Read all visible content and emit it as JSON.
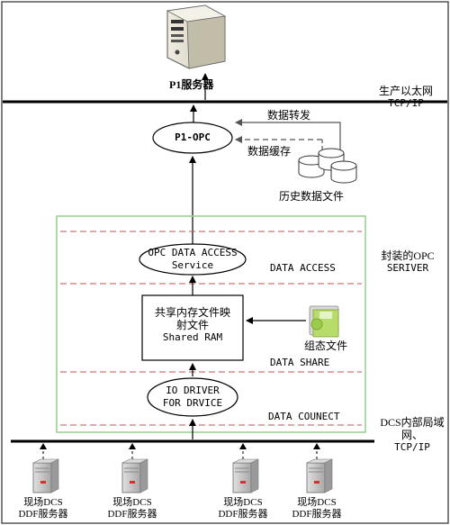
{
  "top_server": {
    "label": "P1服务器"
  },
  "production_network": {
    "line1": "生产以太网",
    "line2": "TCP/IP"
  },
  "p1_opc": {
    "label": "P1-OPC"
  },
  "forwarding": {
    "label": "数据转发"
  },
  "caching": {
    "label": "数据缓存"
  },
  "history": {
    "label": "历史数据文件"
  },
  "encapsulated": {
    "line1": "封装的OPC",
    "line2": "SERIVER"
  },
  "opc_access": {
    "line1": "OPC DATA ACCESS",
    "line2": "Service"
  },
  "layer_access": {
    "label": "DATA ACCESS"
  },
  "shared_ram": {
    "line1": "共享内存文件映",
    "line2": "射文件",
    "line3": "Shared RAM"
  },
  "config_file": {
    "label": "组态文件"
  },
  "layer_share": {
    "label": "DATA SHARE"
  },
  "io_driver": {
    "line1": "IO DRIVER",
    "line2": "FOR DRVICE"
  },
  "layer_connect": {
    "label": "DATA COUNECT"
  },
  "dcs_network": {
    "line1": "DCS内部局域",
    "line2": "网、",
    "line3": "TCP/IP"
  },
  "field_servers": [
    {
      "line1": "现场DCS",
      "line2": "DDF服务器"
    },
    {
      "line1": "现场DCS",
      "line2": "DDF服务器"
    },
    {
      "line1": "现场DCS",
      "line2": "DDF服务器"
    },
    {
      "line1": "现场DCS",
      "line2": "DDF服务器"
    }
  ],
  "colors": {
    "frame": "#555555",
    "green_box": "#8fd28f",
    "dashed_red": "#c05050",
    "dashed_gray": "#777777",
    "line": "#000000",
    "server_beige": "#d8d4c4",
    "field_server_gray": "#bdbdbd",
    "field_server_led": "#d83030",
    "db_fill": "#ffffff",
    "config_file_green": "#9ccc4c"
  },
  "icons": [
    "server-icon",
    "database-icon",
    "config-file-icon",
    "field-server-icon"
  ]
}
